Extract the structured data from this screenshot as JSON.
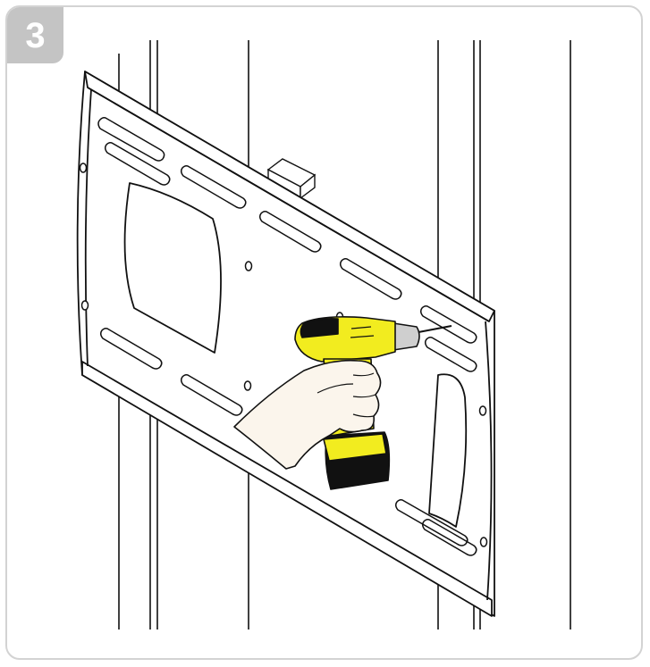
{
  "step": {
    "number": "3"
  },
  "colors": {
    "background": "#ffffff",
    "frame_border": "#d3d3d3",
    "badge_fill": "#c4c4c4",
    "badge_text": "#ffffff",
    "line_art": "#111111",
    "drill_body": "#f2ec1f",
    "drill_black": "#111111",
    "skin": "#fbf5ec"
  },
  "illustration": {
    "subject": "wall-plate-installation",
    "tool": "cordless-drill-icon",
    "parts": [
      "wall-studs",
      "mounting-plate",
      "level-block",
      "hand-holding-drill"
    ]
  }
}
